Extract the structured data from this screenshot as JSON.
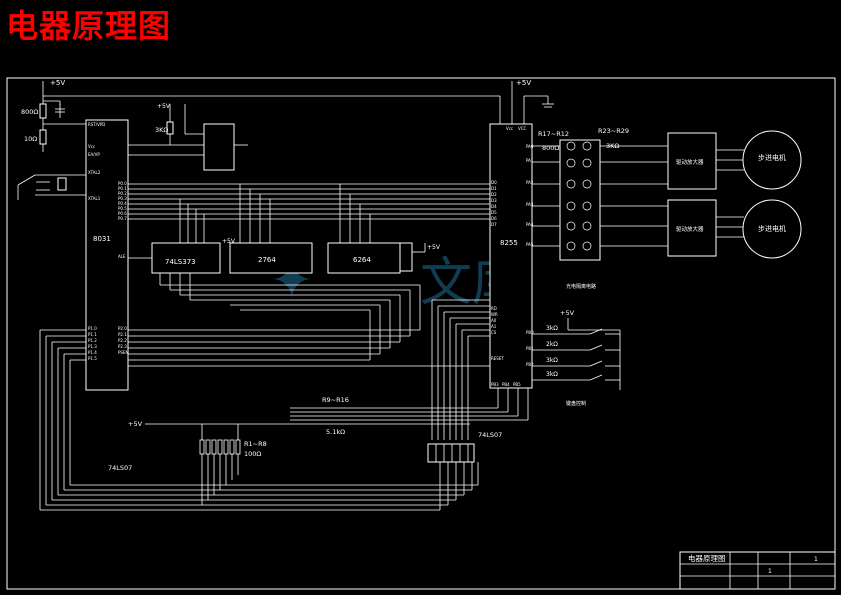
{
  "title": "电器原理图",
  "supply": {
    "vcc_top": "+5V",
    "vcc_mid": "+5V",
    "vcc_8255": "+5V",
    "vcc_keys": "+5V",
    "vcc_left": "+5V",
    "vcc_6264": "+5V"
  },
  "resistors": {
    "r_800": "800Ω",
    "r_10": "10Ω",
    "r_3k_top": "3KΩ",
    "r17": "R17~R12",
    "r_800b": "800Ω",
    "r23": "R23~R29",
    "r_3k2": "3KΩ",
    "k1": "3kΩ",
    "k2": "2kΩ",
    "k3": "3kΩ",
    "k4": "3kΩ",
    "r9": "R9~R16",
    "r9v": "5.1kΩ",
    "r1": "R1~R8",
    "r1v": "100Ω"
  },
  "chips": {
    "mcu": "8031",
    "latch": "74LS373",
    "eprom": "2764",
    "sram": "6264",
    "ppi": "8255",
    "buf_right": "74LS07",
    "buf_left": "74LS07"
  },
  "drivers": {
    "drv1": "驱动放大器",
    "drv2": "驱动放大器",
    "motor1": "步进电机",
    "motor2": "步进电机"
  },
  "notes": {
    "opto": "光电隔离电路",
    "keys": "键盘控制"
  },
  "titleblock": {
    "name": "电器原理图",
    "qty": "1",
    "scale": "1"
  },
  "watermark": "文库"
}
